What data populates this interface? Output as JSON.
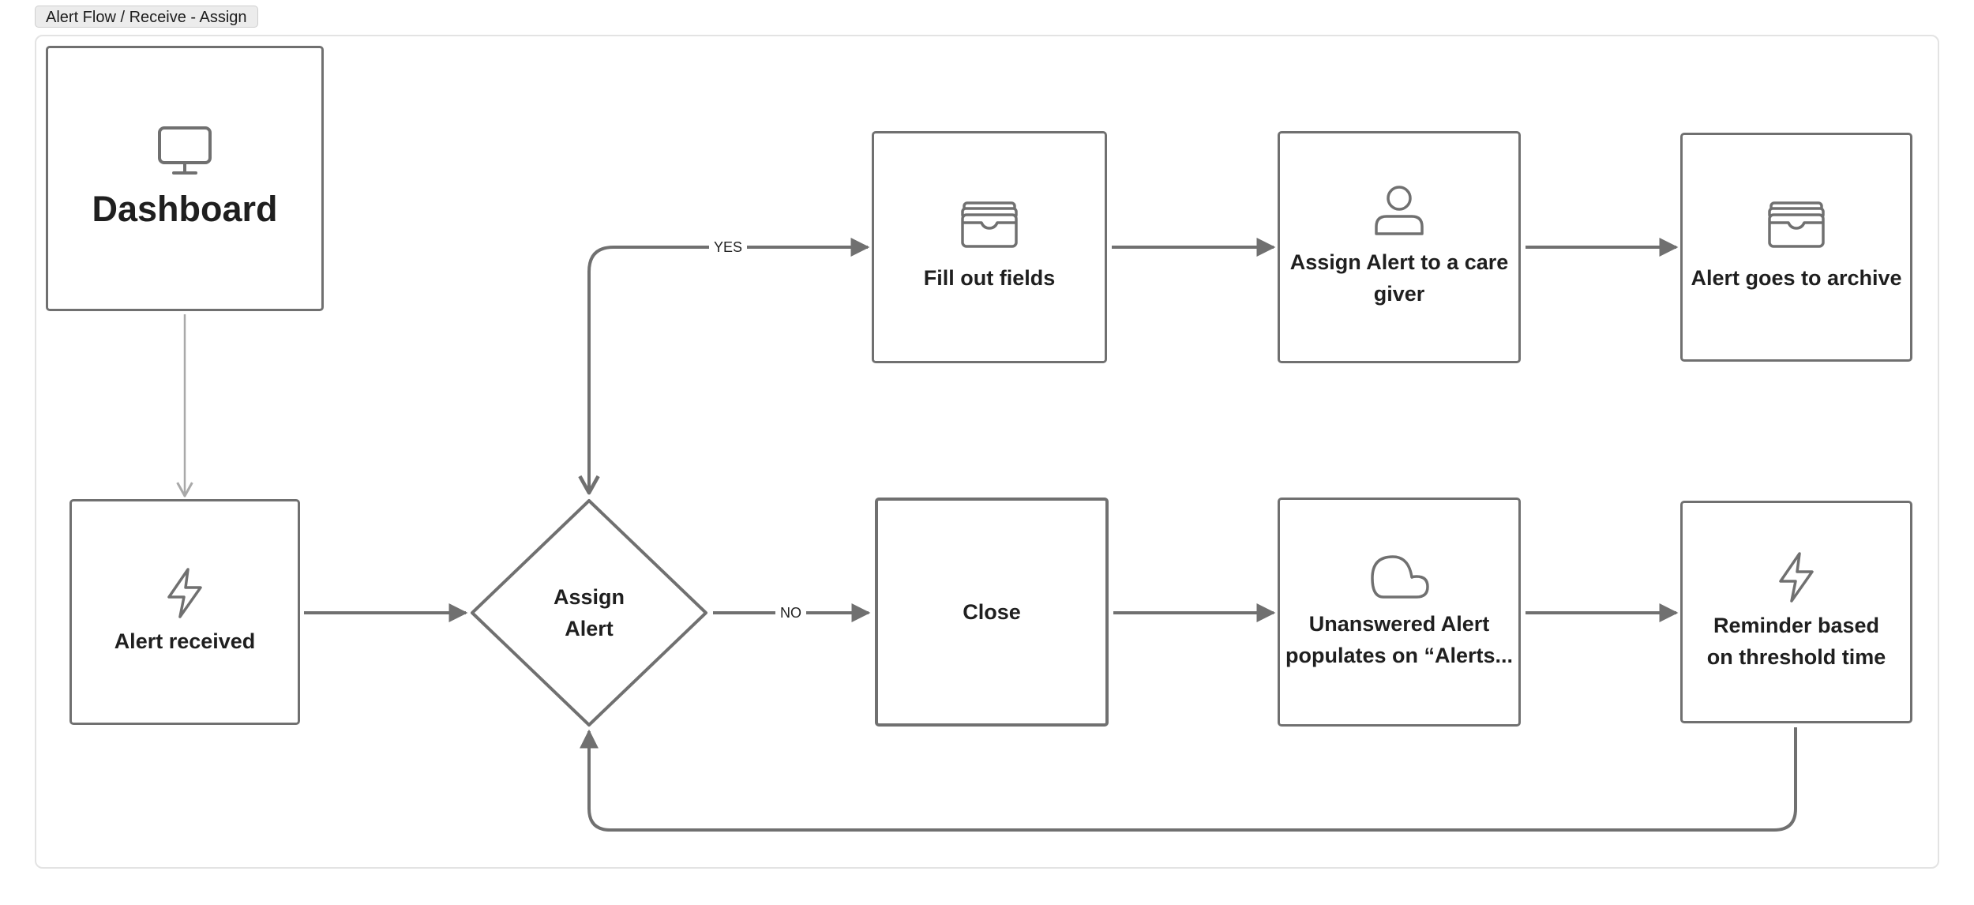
{
  "frame": {
    "title": "Alert Flow / Receive - Assign"
  },
  "nodes": {
    "dashboard": {
      "label": "Dashboard",
      "icon": "monitor-icon"
    },
    "alert_received": {
      "label": "Alert received",
      "icon": "lightning-icon"
    },
    "assign_alert": {
      "label_line1": "Assign",
      "label_line2": "Alert",
      "shape": "diamond"
    },
    "fill_out_fields": {
      "label": "Fill out fields",
      "icon": "wallet-icon"
    },
    "assign_caregiver": {
      "label": "Assign Alert to a care giver",
      "icon": "user-icon"
    },
    "archive": {
      "label": "Alert goes to archive",
      "icon": "wallet-icon"
    },
    "close": {
      "label": "Close"
    },
    "unanswered": {
      "label_line1": "Unanswered Alert",
      "label_line2": "populates on “Alerts...",
      "icon": "cloud-icon"
    },
    "reminder": {
      "label": "Reminder based on threshold time",
      "icon": "lightning-icon"
    }
  },
  "edges": {
    "yes_label": "YES",
    "no_label": "NO"
  },
  "colors": {
    "stroke": "#707070",
    "light_stroke": "#a9a9a9",
    "text": "#1f1f1f"
  }
}
